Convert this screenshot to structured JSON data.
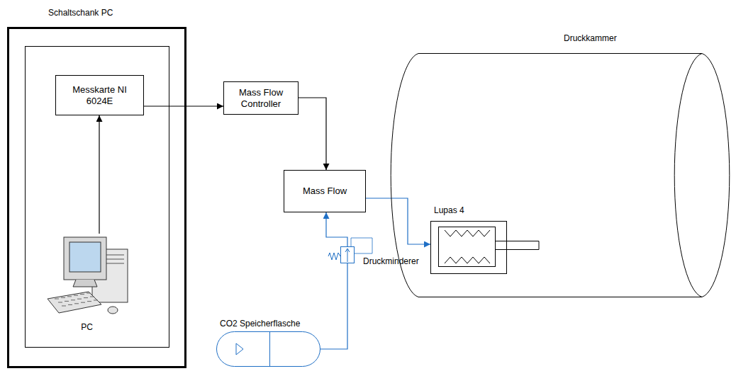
{
  "diagram": {
    "nodes": [
      {
        "text": [
          "Schaltschank PC"
        ]
      },
      {
        "text": [
          "Messkarte NI 6024E"
        ],
        "in": 0
      },
      {
        "text": [
          "PC"
        ],
        "in": 0
      },
      {
        "text": [
          "Mass Flow Controller"
        ]
      },
      {
        "text": [
          "Mass Flow"
        ]
      },
      {
        "text": [
          "Druckkammer"
        ]
      },
      {
        "text": [
          "Lupas 4"
        ],
        "in": 5
      },
      {
        "text": [
          "Druckminderer"
        ]
      },
      {
        "text": [
          "CO2 Speicherflasche"
        ]
      }
    ],
    "edges": [
      {
        "from": 2,
        "to": 1,
        "arrow": "to"
      },
      {
        "from": 1,
        "to": 3,
        "arrow": "to"
      },
      {
        "from": 3,
        "to": 4,
        "arrow": "to"
      },
      {
        "from": 8,
        "to": 7,
        "arrow": "none"
      },
      {
        "from": 7,
        "to": 4,
        "arrow": "to"
      },
      {
        "from": 4,
        "to": 6,
        "arrow": "to"
      }
    ]
  }
}
